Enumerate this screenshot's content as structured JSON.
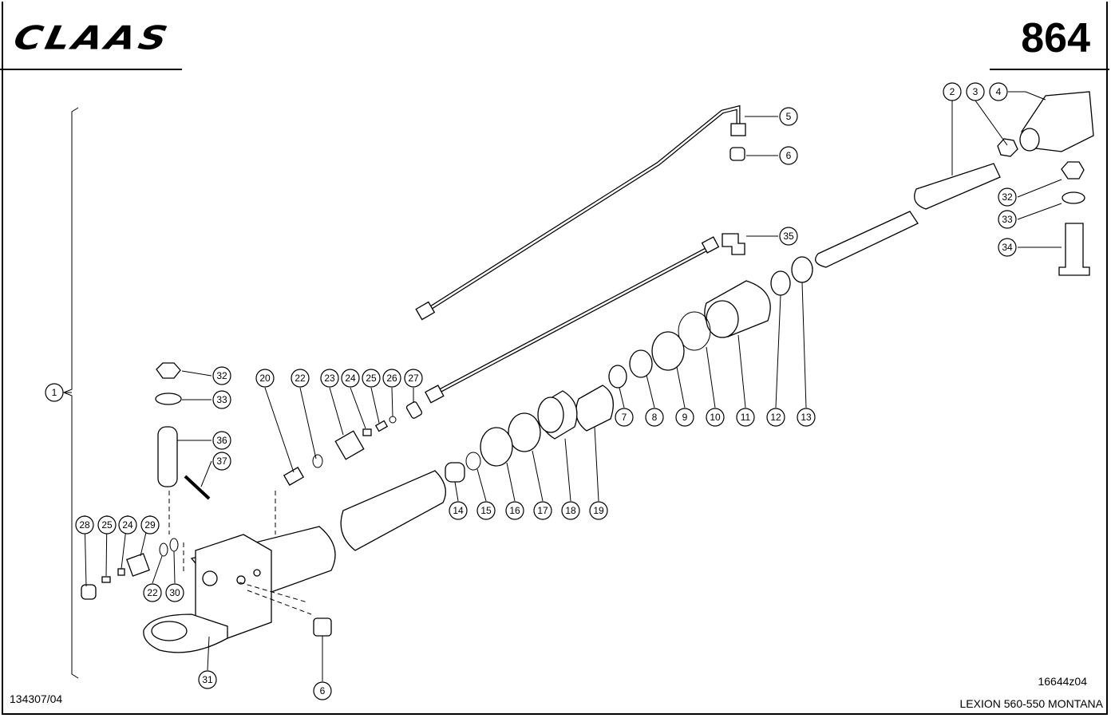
{
  "header": {
    "brand": "CLAAS",
    "page_number": "864"
  },
  "footer": {
    "doc_number": "134307/04",
    "drawing_id": "16644z04",
    "model": "LEXION 560-550 MONTANA"
  },
  "callouts": [
    "1",
    "2",
    "3",
    "4",
    "5",
    "6",
    "35",
    "32",
    "33",
    "34",
    "32",
    "33",
    "36",
    "37",
    "20",
    "22",
    "23",
    "24",
    "25",
    "26",
    "27",
    "7",
    "8",
    "9",
    "10",
    "11",
    "12",
    "13",
    "14",
    "15",
    "16",
    "17",
    "18",
    "19",
    "28",
    "25",
    "24",
    "29",
    "22",
    "30",
    "31",
    "6"
  ]
}
